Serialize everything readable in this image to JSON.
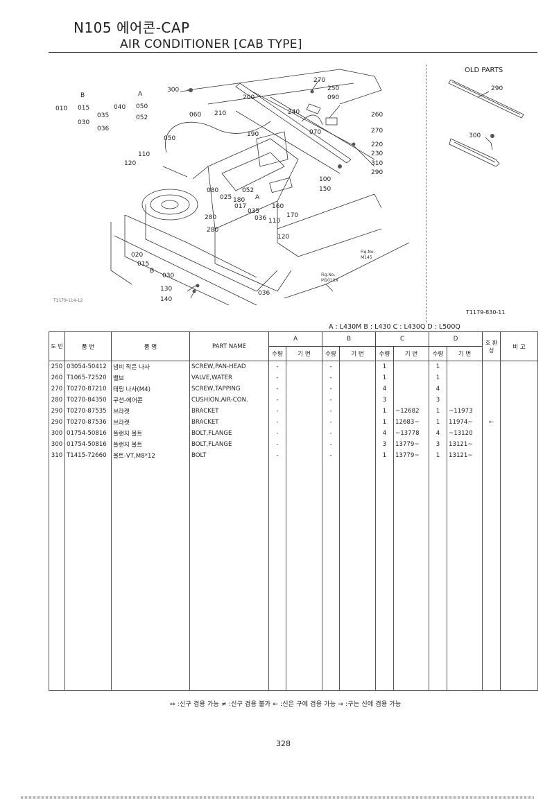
{
  "header": {
    "code_title": "N105 에어콘-CAP",
    "sub_title": "AIR CONDITIONER [CAB TYPE]"
  },
  "figure": {
    "old_parts_label": "OLD PARTS",
    "figure_id": "T1179-830-11",
    "figure_small_id": "T1179-114-12",
    "fig_no_1": "Fig.No.\nM145",
    "fig_no_2": "Fig.No.\nM101XX",
    "callouts": [
      "010",
      "015",
      "030",
      "035",
      "036",
      "B",
      "A",
      "040",
      "050",
      "052",
      "300",
      "200",
      "060",
      "210",
      "270",
      "250",
      "090",
      "240",
      "260",
      "070",
      "270",
      "220",
      "230",
      "310",
      "290",
      "190",
      "050",
      "110",
      "120",
      "100",
      "150",
      "080",
      "025",
      "052",
      "180",
      "A",
      "017",
      "035",
      "036",
      "160",
      "170",
      "280",
      "280",
      "110",
      "120",
      "020",
      "015",
      "B",
      "030",
      "130",
      "140",
      "036",
      "290",
      "300"
    ]
  },
  "model_legend": "A : L430M    B : L430    C : L430Q    D : L500Q",
  "table": {
    "headers": {
      "no": "도 번",
      "part_no": "품 번",
      "part_name_kr": "품 명",
      "part_name_en": "PART NAME",
      "group_a": "A",
      "group_b": "B",
      "group_c": "C",
      "group_d": "D",
      "qty": "수량",
      "serial": "기 번",
      "interchange": "호 환 성",
      "remarks": "비 고"
    },
    "rows": [
      {
        "ref": "250",
        "part": "03054-50412",
        "name_kr": "냄비 작은 나사",
        "name_en": "SCREW,PAN-HEAD",
        "a_qty": "-",
        "a_sn": "",
        "b_qty": "-",
        "b_sn": "",
        "c_qty": "1",
        "c_sn": "",
        "d_qty": "1",
        "d_sn": "",
        "ic": "",
        "rm": ""
      },
      {
        "ref": "260",
        "part": "T1065-72520",
        "name_kr": "밸브",
        "name_en": "VALVE,WATER",
        "a_qty": "-",
        "a_sn": "",
        "b_qty": "-",
        "b_sn": "",
        "c_qty": "1",
        "c_sn": "",
        "d_qty": "1",
        "d_sn": "",
        "ic": "",
        "rm": ""
      },
      {
        "ref": "270",
        "part": "T0270-87210",
        "name_kr": "태핑 나사(M4)",
        "name_en": "SCREW,TAPPING",
        "a_qty": "-",
        "a_sn": "",
        "b_qty": "-",
        "b_sn": "",
        "c_qty": "4",
        "c_sn": "",
        "d_qty": "4",
        "d_sn": "",
        "ic": "",
        "rm": ""
      },
      {
        "ref": "280",
        "part": "T0270-84350",
        "name_kr": "쿠션-에어콘",
        "name_en": "CUSHION,AIR-CON.",
        "a_qty": "-",
        "a_sn": "",
        "b_qty": "-",
        "b_sn": "",
        "c_qty": "3",
        "c_sn": "",
        "d_qty": "3",
        "d_sn": "",
        "ic": "",
        "rm": ""
      },
      {
        "ref": "290",
        "part": "T0270-87535",
        "name_kr": "브라켓",
        "name_en": "BRACKET",
        "a_qty": "-",
        "a_sn": "",
        "b_qty": "-",
        "b_sn": "",
        "c_qty": "1",
        "c_sn": "~12682",
        "d_qty": "1",
        "d_sn": "~11973",
        "ic": "",
        "rm": ""
      },
      {
        "ref": "290",
        "part": "T0270-87536",
        "name_kr": "브라켓",
        "name_en": "BRACKET",
        "a_qty": "-",
        "a_sn": "",
        "b_qty": "-",
        "b_sn": "",
        "c_qty": "1",
        "c_sn": "12683~",
        "d_qty": "1",
        "d_sn": "11974~",
        "ic": "←",
        "rm": ""
      },
      {
        "ref": "300",
        "part": "01754-50816",
        "name_kr": "플랜지 볼트",
        "name_en": "BOLT,FLANGE",
        "a_qty": "-",
        "a_sn": "",
        "b_qty": "-",
        "b_sn": "",
        "c_qty": "4",
        "c_sn": "~13778",
        "d_qty": "4",
        "d_sn": "~13120",
        "ic": "",
        "rm": ""
      },
      {
        "ref": "300",
        "part": "01754-50816",
        "name_kr": "플랜지 볼트",
        "name_en": "BOLT,FLANGE",
        "a_qty": "-",
        "a_sn": "",
        "b_qty": "-",
        "b_sn": "",
        "c_qty": "3",
        "c_sn": "13779~",
        "d_qty": "3",
        "d_sn": "13121~",
        "ic": "",
        "rm": ""
      },
      {
        "ref": "310",
        "part": "T1415-72660",
        "name_kr": "볼트-VT,M8*12",
        "name_en": "BOLT",
        "a_qty": "-",
        "a_sn": "",
        "b_qty": "-",
        "b_sn": "",
        "c_qty": "1",
        "c_sn": "13779~",
        "d_qty": "1",
        "d_sn": "13121~",
        "ic": "",
        "rm": ""
      }
    ]
  },
  "footer_legend": "↔ :신구 겸용 가능     ≠ :신구 겸용 불가     ← :신은 구에 겸용 가능     → :구는 신에 겸용 가능",
  "page_number": "328"
}
